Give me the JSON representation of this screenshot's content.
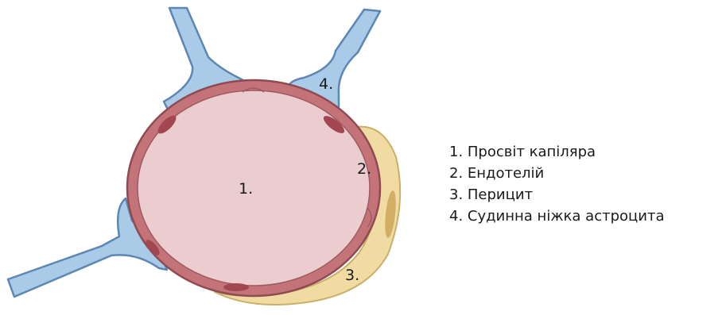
{
  "diagram": {
    "markers": {
      "lumen": "1.",
      "endothelium": "2.",
      "pericyte": "3.",
      "astrocyte_foot": "4."
    },
    "legend": [
      "1. Просвіт капіляра",
      "2. Ендотелій",
      "3. Перицит",
      "4. Судинна ніжка астроцита"
    ],
    "colors": {
      "lumen": "#ebcdd0",
      "endothelium_wall": "#c47479",
      "endothelium_outline": "#8f4b52",
      "endothelial_nucleus": "#a24651",
      "pericyte": "#f0dca3",
      "pericyte_outline": "#c9b06a",
      "pericyte_nucleus": "#cda65a",
      "astrocyte": "#a9cbe8",
      "astrocyte_outline": "#5d87b2"
    }
  }
}
